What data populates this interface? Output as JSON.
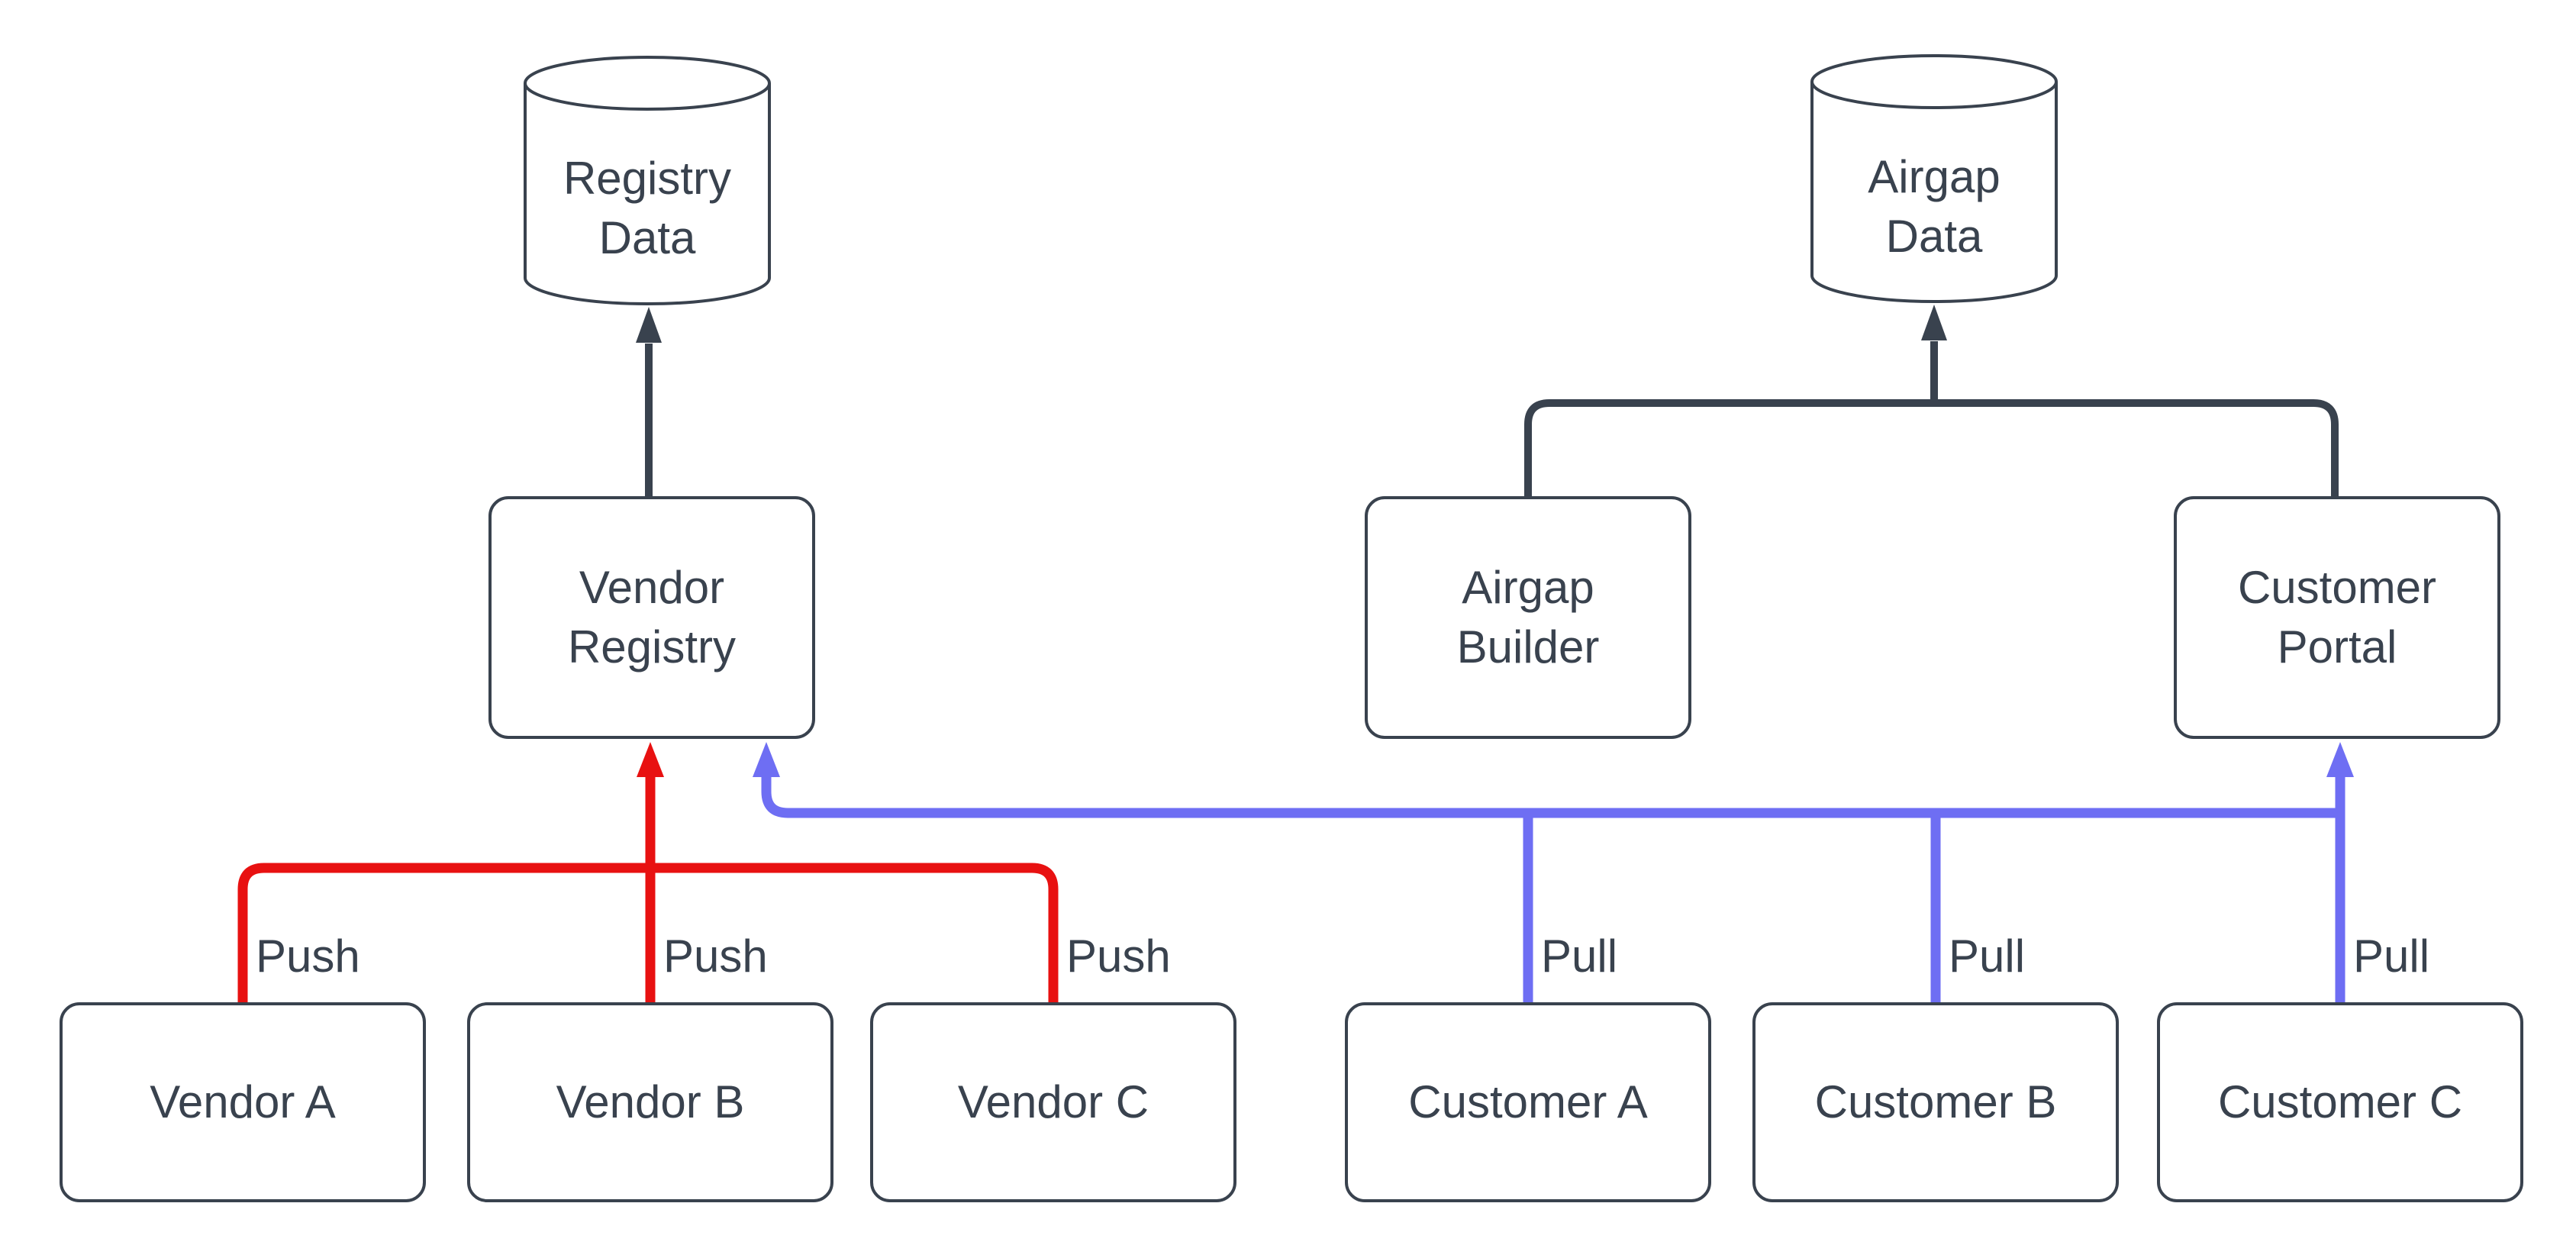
{
  "diagram": {
    "colors": {
      "dark": "#39424e",
      "red": "#e81111",
      "blue": "#6e6ef3",
      "bg": "#ffffff"
    },
    "nodes": {
      "registry_data": {
        "label": "Registry Data",
        "shape": "cylinder"
      },
      "airgap_data": {
        "label": "Airgap Data",
        "shape": "cylinder"
      },
      "vendor_registry": {
        "label": "Vendor Registry",
        "shape": "rounded-rect"
      },
      "airgap_builder": {
        "label": "Airgap Builder",
        "shape": "rounded-rect"
      },
      "customer_portal": {
        "label": "Customer Portal",
        "shape": "rounded-rect"
      },
      "vendor_a": {
        "label": "Vendor A",
        "shape": "rounded-rect"
      },
      "vendor_b": {
        "label": "Vendor B",
        "shape": "rounded-rect"
      },
      "vendor_c": {
        "label": "Vendor C",
        "shape": "rounded-rect"
      },
      "customer_a": {
        "label": "Customer A",
        "shape": "rounded-rect"
      },
      "customer_b": {
        "label": "Customer B",
        "shape": "rounded-rect"
      },
      "customer_c": {
        "label": "Customer C",
        "shape": "rounded-rect"
      }
    },
    "edges": [
      {
        "from": "vendor_registry",
        "to": "registry_data",
        "label": "",
        "color": "dark"
      },
      {
        "from": "airgap_builder",
        "to": "airgap_data",
        "label": "",
        "color": "dark"
      },
      {
        "from": "customer_portal",
        "to": "airgap_data",
        "label": "",
        "color": "dark"
      },
      {
        "from": "vendor_a",
        "to": "vendor_registry",
        "label": "Push",
        "color": "red"
      },
      {
        "from": "vendor_b",
        "to": "vendor_registry",
        "label": "Push",
        "color": "red"
      },
      {
        "from": "vendor_c",
        "to": "vendor_registry",
        "label": "Push",
        "color": "red"
      },
      {
        "from": "customer_a",
        "to": "vendor_registry",
        "label": "Pull",
        "color": "blue"
      },
      {
        "from": "customer_b",
        "to": "vendor_registry",
        "label": "Pull",
        "color": "blue"
      },
      {
        "from": "customer_c",
        "to": "customer_portal",
        "label": "Pull",
        "color": "blue"
      }
    ]
  }
}
